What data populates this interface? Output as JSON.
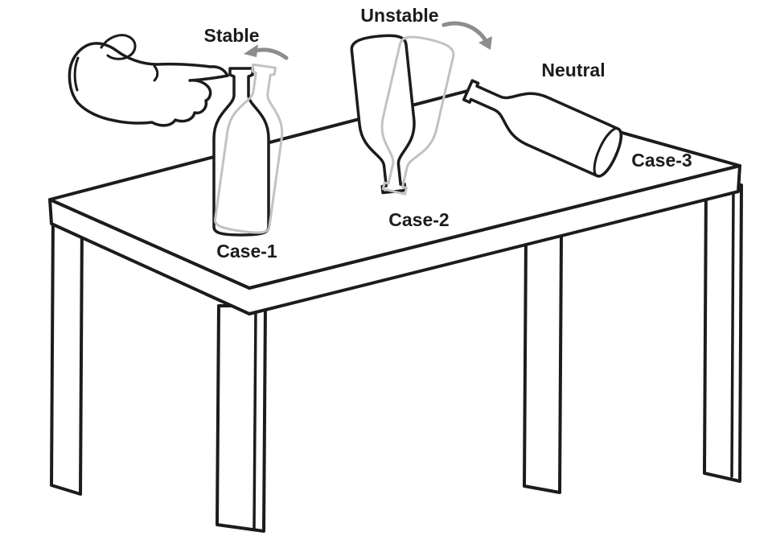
{
  "diagram": {
    "cases": [
      {
        "id": "case-1",
        "state_label": "Stable",
        "case_label": "Case-1"
      },
      {
        "id": "case-2",
        "state_label": "Unstable",
        "case_label": "Case-2"
      },
      {
        "id": "case-3",
        "state_label": "Neutral",
        "case_label": "Case-3"
      }
    ],
    "colors": {
      "ink": "#1c1c1c",
      "ghost_outline": "#c2c2c2",
      "arrow": "#8d8d8d",
      "background": "#ffffff"
    }
  }
}
